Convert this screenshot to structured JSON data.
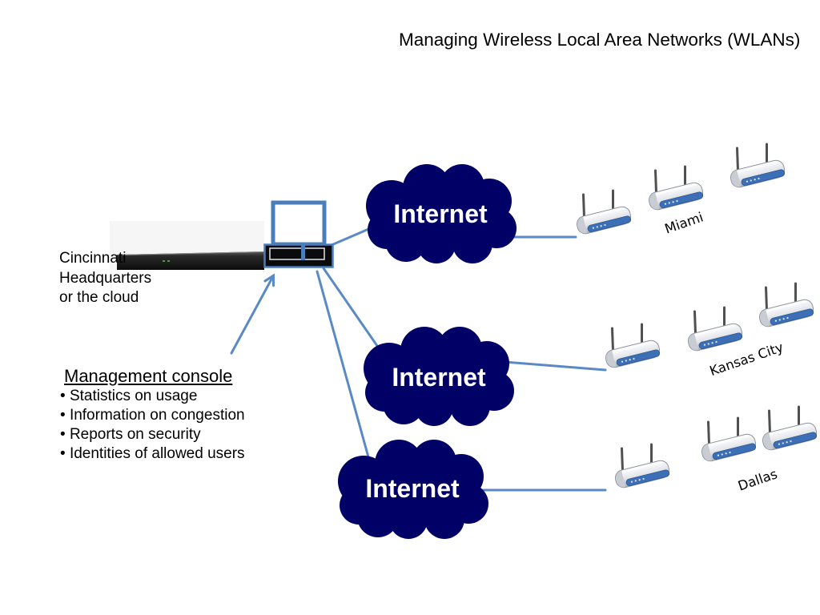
{
  "title": "Managing Wireless Local Area Networks (WLANs)",
  "headquarters": {
    "lines": [
      "Cincinnati",
      "Headquarters",
      "or the cloud"
    ],
    "server_icon": "rack-server-icon",
    "console_icon": "laptop-icon"
  },
  "management_console": {
    "heading": "Management console",
    "bullets": [
      "Statistics on usage",
      "Information on congestion",
      "Reports on security",
      "Identities of allowed users"
    ],
    "arrow_icon": "arrow-icon"
  },
  "networks": [
    {
      "label": "Internet",
      "icon": "cloud-icon"
    },
    {
      "label": "Internet",
      "icon": "cloud-icon"
    },
    {
      "label": "Internet",
      "icon": "cloud-icon"
    }
  ],
  "sites": [
    {
      "name": "Miami",
      "icon": "wireless-router-icon"
    },
    {
      "name": "Kansas City",
      "icon": "wireless-router-icon"
    },
    {
      "name": "Dallas",
      "icon": "wireless-router-icon"
    }
  ],
  "colors": {
    "background": "#ffffff",
    "text": "#000000",
    "cloud_fill": "#000066",
    "cloud_text": "#ffffff",
    "connector": "#5a8ac6",
    "laptop_frame": "#4a7ebb",
    "router_band": "#3d6fb6"
  }
}
